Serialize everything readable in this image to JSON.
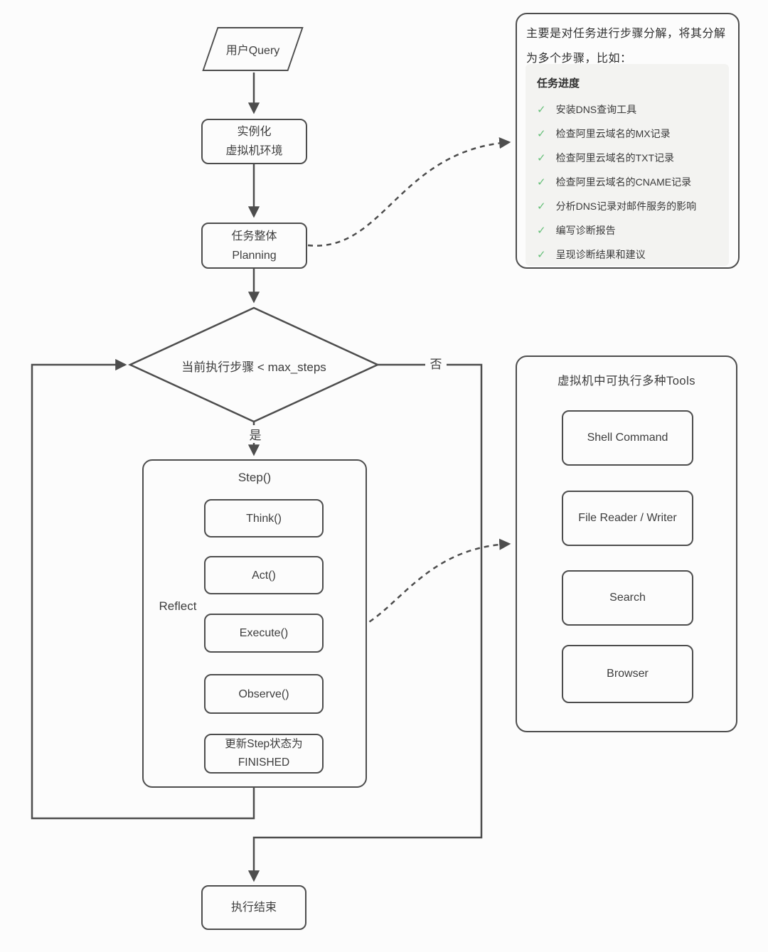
{
  "flow": {
    "user_query": "用户Query",
    "instantiate_line1": "实例化",
    "instantiate_line2": "虚拟机环境",
    "planning_line1": "任务整体",
    "planning_line2": "Planning",
    "condition": "当前执行步骤 < max_steps",
    "yes_label": "是",
    "no_label": "否",
    "step_title": "Step()",
    "think": "Think()",
    "act": "Act()",
    "execute": "Execute()",
    "observe": "Observe()",
    "update_line1": "更新Step状态为",
    "update_line2": "FINISHED",
    "reflect_label": "Reflect",
    "end": "执行结束"
  },
  "note": {
    "headline": "主要是对任务进行步骤分解，将其分解为多个步骤，比如：",
    "progress_title": "任务进度",
    "check_icon": "✓",
    "items": [
      "安装DNS查询工具",
      "检查阿里云域名的MX记录",
      "检查阿里云域名的TXT记录",
      "检查阿里云域名的CNAME记录",
      "分析DNS记录对邮件服务的影响",
      "编写诊断报告",
      "呈现诊断结果和建议"
    ]
  },
  "tools": {
    "title": "虚拟机中可执行多种Tools",
    "items": [
      "Shell Command",
      "File Reader / Writer",
      "Search",
      "Browser"
    ]
  },
  "colors": {
    "line": "#4d4d4d",
    "check_green": "#67c07a",
    "note_bg": "#f3f3f1",
    "page_bg": "#fcfcfc"
  }
}
